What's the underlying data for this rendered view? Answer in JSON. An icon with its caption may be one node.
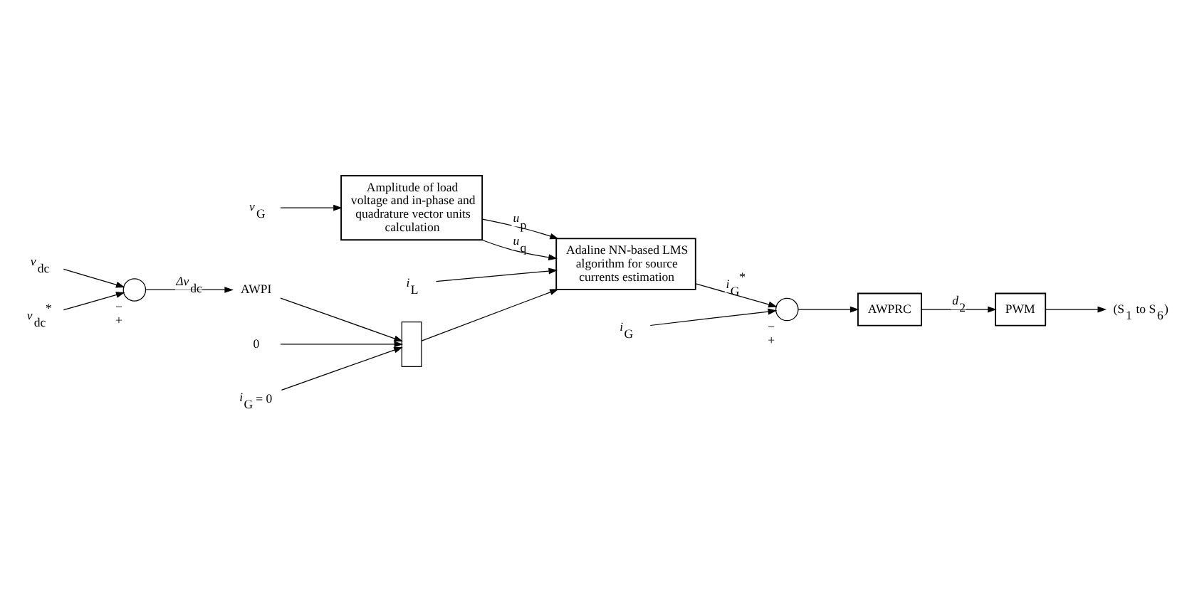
{
  "diagram": {
    "nodes": [
      {
        "text": [
          "*v*$_{G}$"
        ]
      },
      {
        "text": [
          "Amplitude of load voltage and in-phase and quadrature vector units calculation"
        ]
      },
      {
        "text": [
          "*i*$_{L}$"
        ]
      },
      {
        "text": [
          "Adaline NN-based LMS algorithm for source currents estimation"
        ]
      },
      {
        "text": [
          "*i*$_{G}$"
        ]
      },
      {
        "text": [],
        "shape": "circle",
        "beside": [
          "−",
          "+"
        ]
      },
      {
        "text": [
          "AWPRC"
        ]
      },
      {
        "text": [
          "PWM"
        ]
      },
      {
        "text": [
          "(S$_{1}$ to S$_{6}$)"
        ]
      },
      {
        "text": [
          "*v*$_{dc}$"
        ]
      },
      {
        "text": [
          "*v*$_{dc}$$^{*}$"
        ]
      },
      {
        "text": [],
        "shape": "circle",
        "beside": [
          "−",
          "+"
        ]
      },
      {
        "text": [
          "AWPI"
        ]
      },
      {
        "text": [
          "0"
        ]
      },
      {
        "text": [
          "*i*$_{G}$ = 0"
        ]
      },
      {
        "text": [],
        "shape": "switch"
      }
    ],
    "edges": [
      {
        "from": 0,
        "to": 1,
        "arrow": "to"
      },
      {
        "from": 1,
        "to": 3,
        "arrow": "to",
        "label": "*u*$_{p}$"
      },
      {
        "from": 1,
        "to": 3,
        "arrow": "to",
        "label": "*u*$_{q}$"
      },
      {
        "from": 2,
        "to": 3,
        "arrow": "to"
      },
      {
        "from": 3,
        "to": 5,
        "arrow": "to",
        "label": "*i*$_{G}$$^{*}$"
      },
      {
        "from": 4,
        "to": 5,
        "arrow": "to"
      },
      {
        "from": 5,
        "to": 6,
        "arrow": "to"
      },
      {
        "from": 6,
        "to": 7,
        "arrow": "to",
        "label": "*d*$_{2}$"
      },
      {
        "from": 7,
        "to": 8,
        "arrow": "to"
      },
      {
        "from": 9,
        "to": 11,
        "arrow": "to"
      },
      {
        "from": 10,
        "to": 11,
        "arrow": "to"
      },
      {
        "from": 11,
        "to": 12,
        "arrow": "to",
        "label": "*Δv*$_{dc}$"
      },
      {
        "from": 12,
        "to": 15,
        "arrow": "to"
      },
      {
        "from": 13,
        "to": 15,
        "arrow": "to"
      },
      {
        "from": 14,
        "to": 15,
        "arrow": "to"
      },
      {
        "from": 15,
        "to": 3,
        "arrow": "to"
      }
    ]
  }
}
